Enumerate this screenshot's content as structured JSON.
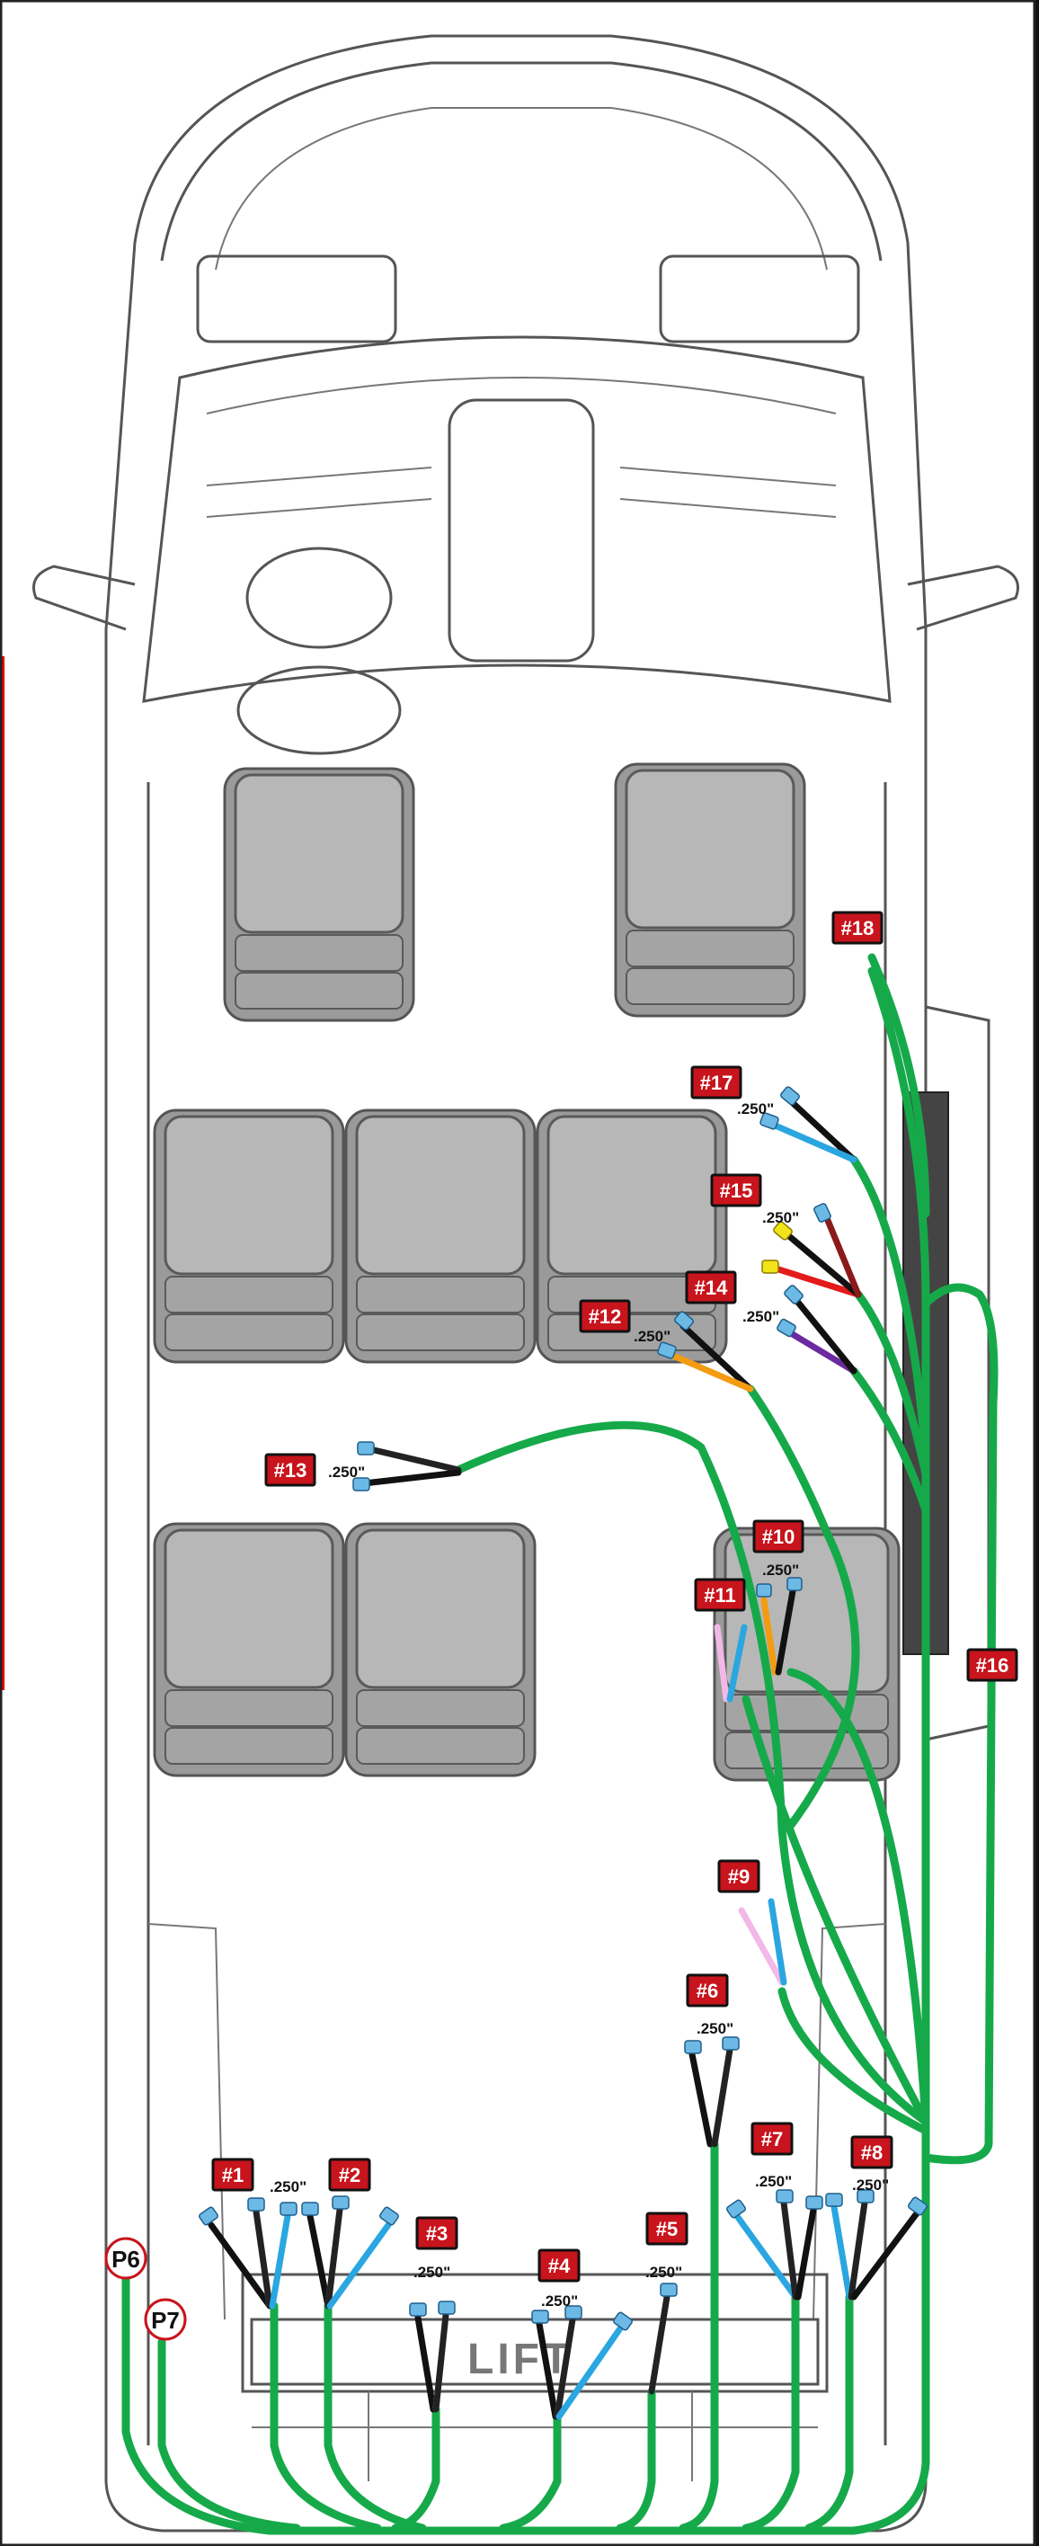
{
  "callouts": [
    {
      "id": "c1",
      "label": "#1"
    },
    {
      "id": "c2",
      "label": "#2"
    },
    {
      "id": "c3",
      "label": "#3"
    },
    {
      "id": "c4",
      "label": "#4"
    },
    {
      "id": "c5",
      "label": "#5"
    },
    {
      "id": "c6",
      "label": "#6"
    },
    {
      "id": "c7",
      "label": "#7"
    },
    {
      "id": "c8",
      "label": "#8"
    },
    {
      "id": "c9",
      "label": "#9"
    },
    {
      "id": "c10",
      "label": "#10"
    },
    {
      "id": "c11",
      "label": "#11"
    },
    {
      "id": "c12",
      "label": "#12"
    },
    {
      "id": "c13",
      "label": "#13"
    },
    {
      "id": "c14",
      "label": "#14"
    },
    {
      "id": "c15",
      "label": "#15"
    },
    {
      "id": "c16",
      "label": "#16"
    },
    {
      "id": "c17",
      "label": "#17"
    },
    {
      "id": "c18",
      "label": "#18"
    }
  ],
  "terminal_size": ".250\"",
  "plugs": [
    {
      "id": "p6",
      "label": "P6"
    },
    {
      "id": "p7",
      "label": "P7"
    }
  ],
  "lift_label": "LIFT",
  "colors": {
    "harness": "#16a94a",
    "callout_fill": "#c8141c",
    "terminal": "#6db9e6",
    "side_bar": "#e10000"
  }
}
